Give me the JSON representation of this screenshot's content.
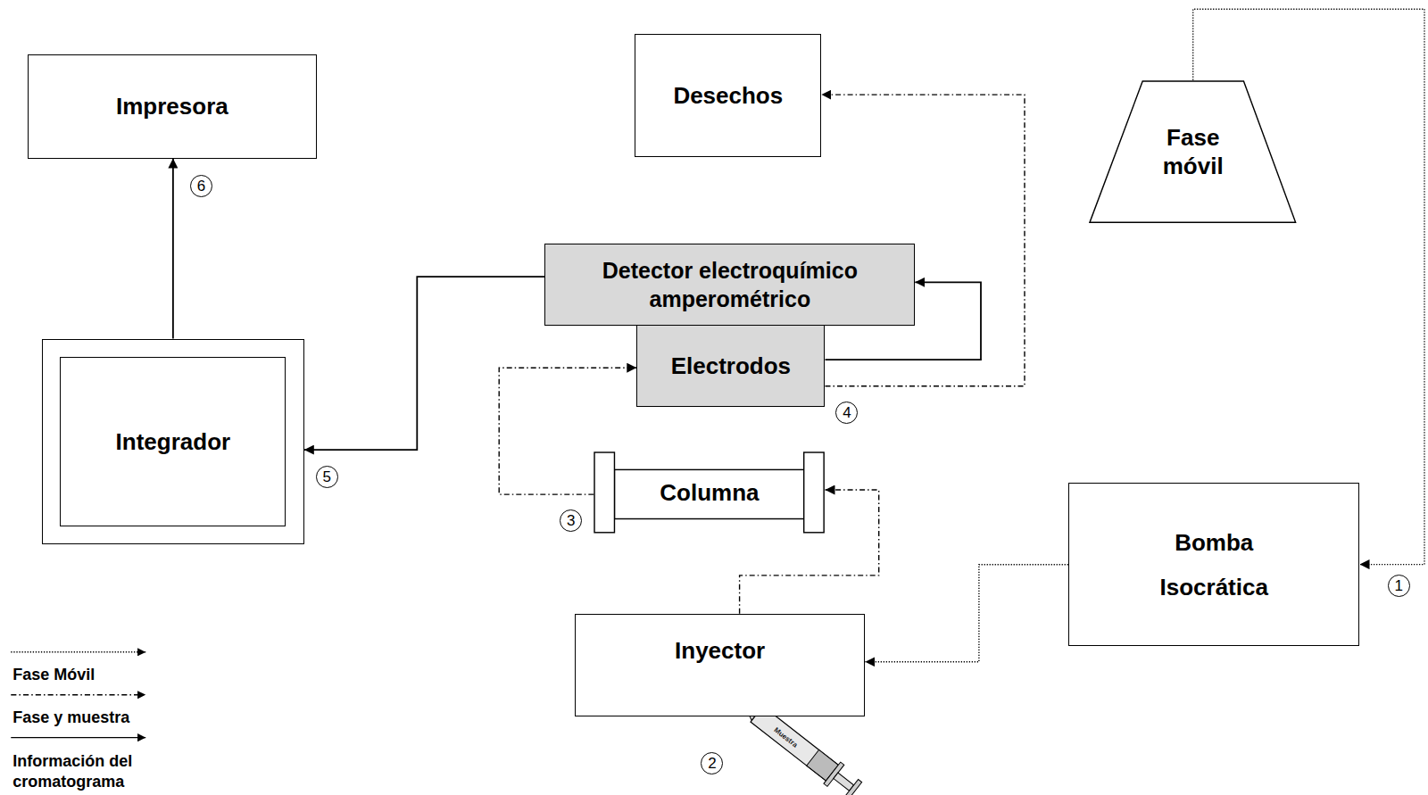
{
  "diagram": {
    "nodes": [
      {
        "text": [
          "Impresora"
        ]
      },
      {
        "text": [
          "Desechos"
        ]
      },
      {
        "text": [
          "Fase móvil"
        ]
      },
      {
        "text": [
          "Detector electroquímico amperométrico"
        ]
      },
      {
        "text": [
          "Electrodos"
        ]
      },
      {
        "text": [
          "Integrador"
        ]
      },
      {
        "text": [
          "Columna"
        ]
      },
      {
        "text": [
          "Bomba Isocrática"
        ]
      },
      {
        "text": [
          "Inyector"
        ]
      }
    ],
    "edges": [
      {
        "from": 2,
        "to": 7,
        "arrow": "to"
      },
      {
        "from": 7,
        "to": 8,
        "arrow": "to"
      },
      {
        "from": 8,
        "to": 6,
        "arrow": "to"
      },
      {
        "from": 6,
        "to": 4,
        "arrow": "to"
      },
      {
        "from": 4,
        "to": 1,
        "arrow": "to"
      },
      {
        "from": 4,
        "to": 3,
        "arrow": "to"
      },
      {
        "from": 3,
        "to": 5,
        "arrow": "to"
      },
      {
        "from": 5,
        "to": 0,
        "arrow": "to"
      }
    ],
    "labels": [
      "1",
      "2",
      "3",
      "4",
      "5",
      "6",
      "Muestra"
    ],
    "legend": [
      {
        "text": "Fase Móvil"
      },
      {
        "text": "Fase y muestra"
      },
      {
        "text": "Información del cromatograma"
      }
    ]
  }
}
